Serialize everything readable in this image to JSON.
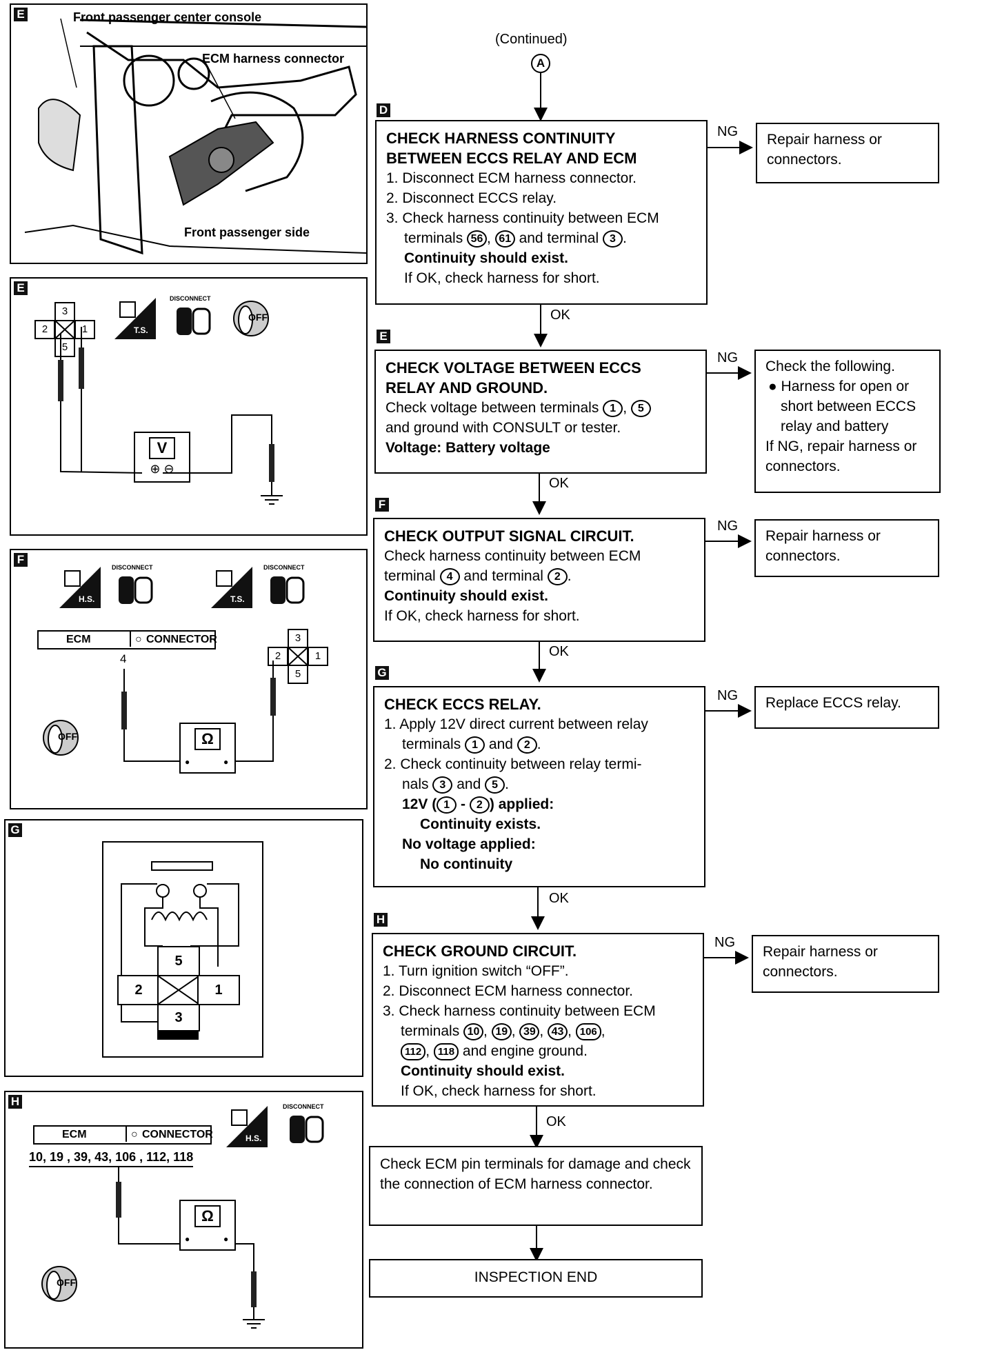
{
  "left_panels": {
    "e_photo": {
      "tag": "E",
      "label_console": "Front passenger center console",
      "label_connector": "ECM harness connector",
      "label_side": "Front passenger side"
    },
    "e_diagram": {
      "tag": "E",
      "pins": [
        "3",
        "2",
        "1",
        "5"
      ],
      "meter": "V",
      "meter_terminals": "⊕ ⊖",
      "icon_ts": "T.S.",
      "icon_disconnect": "DISCONNECT",
      "icon_off": "OFF"
    },
    "f_diagram": {
      "tag": "F",
      "icon_hs": "H.S.",
      "icon_ts": "T.S.",
      "icon_disconnect": "DISCONNECT",
      "ecm_label": "ECM",
      "connector_label": "CONNECTOR",
      "ecm_pin": "4",
      "pins": [
        "3",
        "2",
        "1",
        "5"
      ],
      "meter": "Ω",
      "icon_off": "OFF"
    },
    "g_diagram": {
      "tag": "G",
      "pins": [
        "5",
        "2",
        "1",
        "3"
      ]
    },
    "h_diagram": {
      "tag": "H",
      "ecm_label": "ECM",
      "connector_label": "CONNECTOR",
      "terminals": "10, 19 , 39, 43, 106 , 112, 118",
      "meter": "Ω",
      "icon_hs": "H.S.",
      "icon_disconnect": "DISCONNECT",
      "icon_off": "OFF"
    }
  },
  "flow": {
    "continued": "(Continued)",
    "connector_a": "A",
    "ng": "NG",
    "ok": "OK",
    "step_d": {
      "tag": "D",
      "title1": "CHECK HARNESS CONTINUITY",
      "title2": "BETWEEN ECCS RELAY AND ECM",
      "l1": "1. Disconnect ECM harness connector.",
      "l2": "2. Disconnect ECCS relay.",
      "l3a": "3. Check harness continuity between ECM",
      "l3b_pre": "terminals",
      "t56": "56",
      "t61": "61",
      "l3b_mid": "and terminal",
      "t3": "3",
      "bold": "Continuity should exist.",
      "last": "If OK, check harness for short.",
      "result": "Repair harness or connectors."
    },
    "step_e": {
      "tag": "E",
      "title1": "CHECK VOLTAGE BETWEEN ECCS",
      "title2": "RELAY AND GROUND.",
      "l1_pre": "Check voltage between terminals",
      "t1": "1",
      "t5": "5",
      "l2": "and ground with CONSULT or tester.",
      "bold": "Voltage: Battery voltage",
      "result_title": "Check the following.",
      "result_bullet": "Harness for open or short between ECCS relay and battery",
      "result_last": "If NG, repair harness or connectors."
    },
    "step_f": {
      "tag": "F",
      "title1": "CHECK OUTPUT SIGNAL CIRCUIT.",
      "l1": "Check harness continuity between ECM",
      "l2_pre": "terminal",
      "t4": "4",
      "l2_mid": "and terminal",
      "t2": "2",
      "bold": "Continuity should exist.",
      "last": "If OK, check harness for short.",
      "result": "Repair harness or connectors."
    },
    "step_g": {
      "tag": "G",
      "title1": "CHECK ECCS RELAY.",
      "l1a": "1. Apply 12V direct current between relay",
      "l1b_pre": "terminals",
      "t1": "1",
      "and": "and",
      "t2": "2",
      "l2a": "2. Check continuity between relay termi-",
      "l2b_pre": "nals",
      "t3": "3",
      "t5": "5",
      "b1_pre": "12V (",
      "b1_mid": " - ",
      "b1_post": ") applied:",
      "b2": "Continuity exists.",
      "b3": "No voltage applied:",
      "b4": "No continuity",
      "result": "Replace ECCS relay."
    },
    "step_h": {
      "tag": "H",
      "title1": "CHECK GROUND CIRCUIT.",
      "l1": "1. Turn ignition switch “OFF”.",
      "l2": "2. Disconnect ECM harness connector.",
      "l3a": "3. Check harness continuity between ECM",
      "l3b_pre": "terminals",
      "terms": [
        "10",
        "19",
        "39",
        "43",
        "106",
        "112",
        "118"
      ],
      "l3c_post": "and engine ground.",
      "bold": "Continuity should exist.",
      "last": "If OK, check harness for short.",
      "result": "Repair harness or connectors."
    },
    "final_check": "Check ECM pin terminals for damage and check the connection of ECM harness connector.",
    "end": "INSPECTION END"
  }
}
